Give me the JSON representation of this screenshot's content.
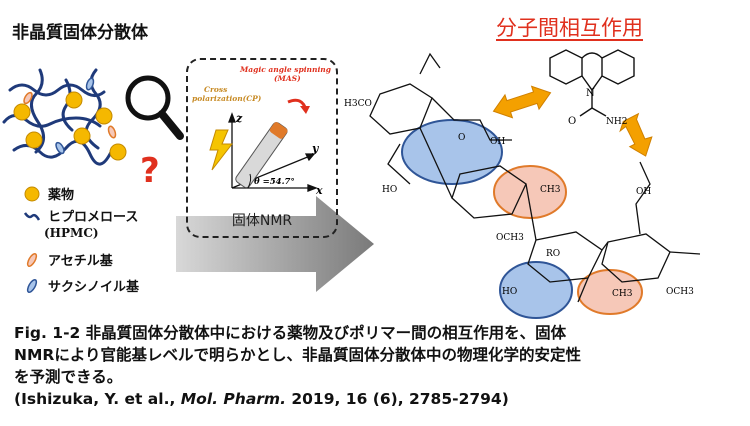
{
  "title_left": "非晶質固体分散体",
  "title_right": "分子間相互作用",
  "question_mark": "?",
  "legend": {
    "drug": "薬物",
    "polymer": "ヒプロメロース",
    "polymer_abbr": "(HPMC)",
    "acetyl": "アセチル基",
    "succinoyl": "サクシノイル基"
  },
  "nmr": {
    "label": "固体NMR",
    "cp_line1": "Cross",
    "cp_line2": "polarization(CP)",
    "mas_line1": "Magic angle spinning",
    "mas_line2": "(MAS)",
    "angle": "θ =54.7°",
    "axis_x": "x",
    "axis_y": "y",
    "axis_z": "z"
  },
  "structure_labels": {
    "h3co": "H3CO",
    "oh": "OH",
    "o": "O",
    "ho": "HO",
    "och3": "OCH3",
    "ro": "RO",
    "ch3": "CH3",
    "n": "N",
    "nh2": "NH2"
  },
  "caption": {
    "line1": "Fig. 1-2 非晶質固体分散体中における薬物及びポリマー間の相互作用を、固体",
    "line2": "NMRにより官能基レベルで明らかとし、非晶質固体分散体中の物理化学的安定性",
    "line3": "を予測できる。",
    "ref_authors": "(Ishizuka, Y. et al., ",
    "ref_journal": "Mol. Pharm.",
    "ref_rest": " 2019, 16 (6), 2785-2794)"
  },
  "colors": {
    "accent_red": "#e0301e",
    "drug_yellow": "#f5b800",
    "arrow_orange": "#f4a000",
    "acetyl_fill": "#f6c8b8",
    "acetyl_stroke": "#e07a2a",
    "succinoyl_fill": "#a8c4ea",
    "succinoyl_stroke": "#2f5597",
    "polymer_navy": "#1f3a7a"
  }
}
